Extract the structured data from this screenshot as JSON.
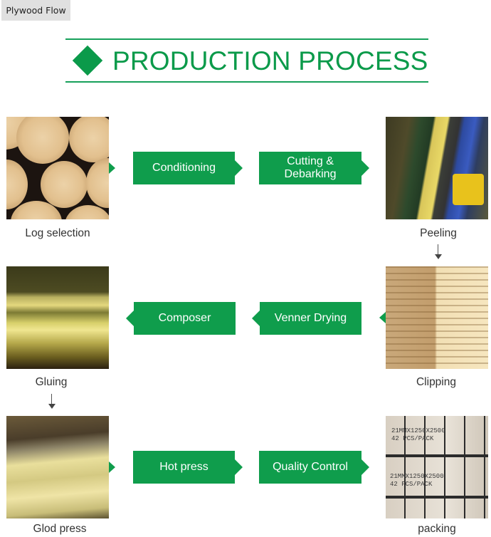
{
  "tab": {
    "label": "Plywood Flow"
  },
  "header": {
    "title": "PRODUCTION PROCESS",
    "accent_color": "#0b9a4a"
  },
  "flow": {
    "row1": {
      "start": {
        "caption": "Log selection",
        "image": "stacked-logs-photo"
      },
      "steps": [
        {
          "label_line1": "Conditioning",
          "label_line2": ""
        },
        {
          "label_line1": "Cutting &",
          "label_line2": "Debarking"
        }
      ],
      "end": {
        "caption": "Peeling",
        "image": "peeling-machine-photo"
      }
    },
    "row2": {
      "start": {
        "caption": "Clipping",
        "image": "veneer-stack-photo"
      },
      "steps": [
        {
          "label": "Venner Drying"
        },
        {
          "label": "Composer"
        }
      ],
      "end": {
        "caption": "Gluing",
        "image": "gluing-machine-photo"
      }
    },
    "row3": {
      "start": {
        "caption": "Glod press",
        "image": "press-line-photo"
      },
      "steps": [
        {
          "label": "Hot press"
        },
        {
          "label": "Quality Control"
        }
      ],
      "end": {
        "caption": "packing",
        "image": "packed-plywood-photo"
      }
    },
    "packing_stencil": {
      "top_line1": "21MMX1250X2500",
      "top_line2": "42 PCS/PACK",
      "bottom_line1": "21MMX1250X2500",
      "bottom_line2": "42 PCS/PACK"
    },
    "step_color": "#0f9d4c"
  }
}
